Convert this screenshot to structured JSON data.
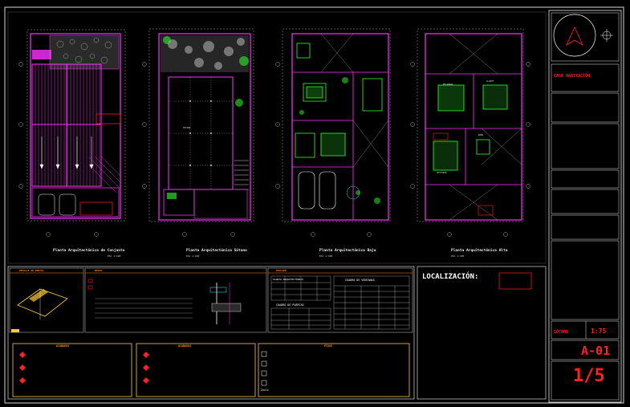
{
  "plans": [
    {
      "title": "Planta Arquitectónica de Conjunto",
      "scale": "ESC 1:100"
    },
    {
      "title": "Planta Arquitectónica Sótano",
      "scale": "ESC 1:100"
    },
    {
      "title": "Planta Arquitectónica Baja",
      "scale": "ESC 1:100"
    },
    {
      "title": "Planta Arquitectónica Alta",
      "scale": "ESC 1:100"
    }
  ],
  "room_labels": {
    "sotano": "SÓTANO",
    "recamara": "RECÁMARA",
    "closet": "CLOSET",
    "bano": "BAÑO",
    "vestidor": "VESTIDOR"
  },
  "details": {
    "detail_title": "DETALLE DE PRETIL",
    "section_head": "SECCIÓN",
    "notes_head": "NOTAS",
    "finishes_table_title": "PLANTA ARQUITECTÓNICA",
    "windows_table_title": "CUADRO DE VENTANAS",
    "doors_table_title": "CUADRO DE PUERTAS"
  },
  "legends": {
    "acabados_1": "ACABADOS",
    "acabados_2": "ACABADOS",
    "pisos": "PISOS",
    "zoclo": "Zoclo"
  },
  "location": {
    "label": "LOCALIZACIÓN:"
  },
  "title_block": {
    "project_name": "CASA HABITACIÓN",
    "content_value": "SÓTANO",
    "scale_value": "1:75",
    "sheet_code": "A-01",
    "sheet_fraction": "1/5"
  },
  "colors": {
    "wall": "#ff33ff",
    "border": "#d9d9d9",
    "accent_red": "#ff2020",
    "grid": "#cfcfcf",
    "furniture": "#33ff33",
    "cyan": "#33ffff",
    "yellow": "#ffcc33"
  }
}
